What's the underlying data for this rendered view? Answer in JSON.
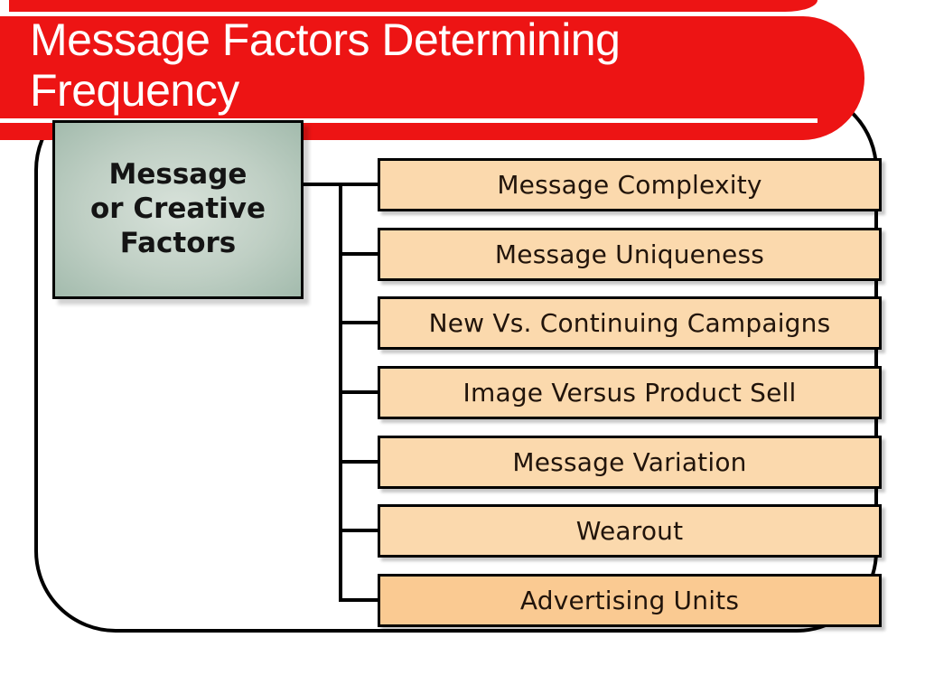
{
  "slide": {
    "title": "Message Factors Determining Frequency",
    "source_box": {
      "label": "Message\nor Creative\nFactors"
    },
    "factor_boxes": [
      "Message Complexity",
      "Message Uniqueness",
      "New Vs. Continuing Campaigns",
      "Image Versus Product Sell",
      "Message Variation",
      "Wearout",
      "Advertising Units"
    ],
    "colors": {
      "banner_red": "#ED1414",
      "title_text": "#FFFFFF",
      "factor_box_fill": "#FBD9AD",
      "factor_box_last_fill": "#FACA92",
      "source_box_fill_center": "#D8E2DA",
      "source_box_fill_edge": "#A3BBAD",
      "line_color": "#000000"
    }
  }
}
